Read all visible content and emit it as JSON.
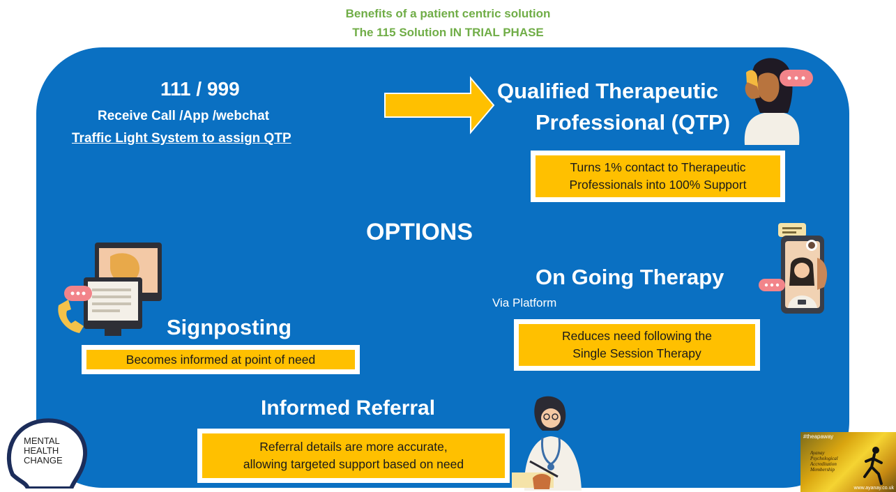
{
  "header": {
    "line1": "Benefits of a patient centric solution",
    "line2": "The 115 Solution IN TRIAL PHASE"
  },
  "entry": {
    "number": "111 / 999",
    "channels": "Receive Call  /App /webchat",
    "traffic": "Traffic Light System to assign QTP"
  },
  "qtp": {
    "title_line1": "Qualified Therapeutic",
    "title_line2": "Professional (QTP)",
    "callout_line1": "Turns 1% contact to Therapeutic",
    "callout_line2": "Professionals into 100% Support"
  },
  "options": {
    "title": "OPTIONS"
  },
  "ongoing": {
    "title": "On Going Therapy",
    "subtitle": "Via Platform",
    "callout_line1": "Reduces need following the",
    "callout_line2": "Single Session Therapy"
  },
  "signposting": {
    "title": "Signposting",
    "callout": "Becomes informed at point of need"
  },
  "referral": {
    "title": "Informed Referral",
    "callout_line1": "Referral details are more accurate,",
    "callout_line2": "allowing targeted support based on need"
  },
  "logo": {
    "line1": "MENTAL",
    "line2": "HEALTH",
    "line3": "CHANGE"
  },
  "badge": {
    "tag": "#theapaway",
    "line1": "Ayanay",
    "line2": "Psychological",
    "line3": "Accreditation",
    "line4": "Membership",
    "url": "www.ayanay.co.uk"
  },
  "colors": {
    "panel": "#0a70c2",
    "header": "#70ad47",
    "callout": "#ffc000",
    "arrow": "#ffc000"
  }
}
